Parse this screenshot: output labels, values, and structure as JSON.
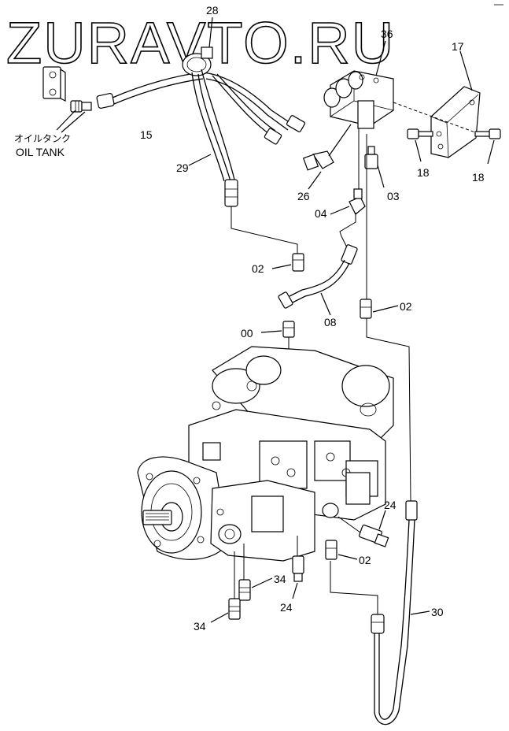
{
  "watermark": "ZURAVTO.RU",
  "oil_tank_label_jp": "オイルタンク",
  "oil_tank_label_en": "OIL TANK",
  "part_labels": {
    "p28": "28",
    "p36": "36",
    "p17": "17",
    "p15": "15",
    "p29": "29",
    "p26": "26",
    "p03": "03",
    "p18a": "18",
    "p18b": "18",
    "p04": "04",
    "p02a": "02",
    "p02b": "02",
    "p08": "08",
    "p00": "00",
    "p24a": "24",
    "p02c": "02",
    "p34a": "34",
    "p34b": "34",
    "p24b": "24",
    "p30": "30"
  }
}
